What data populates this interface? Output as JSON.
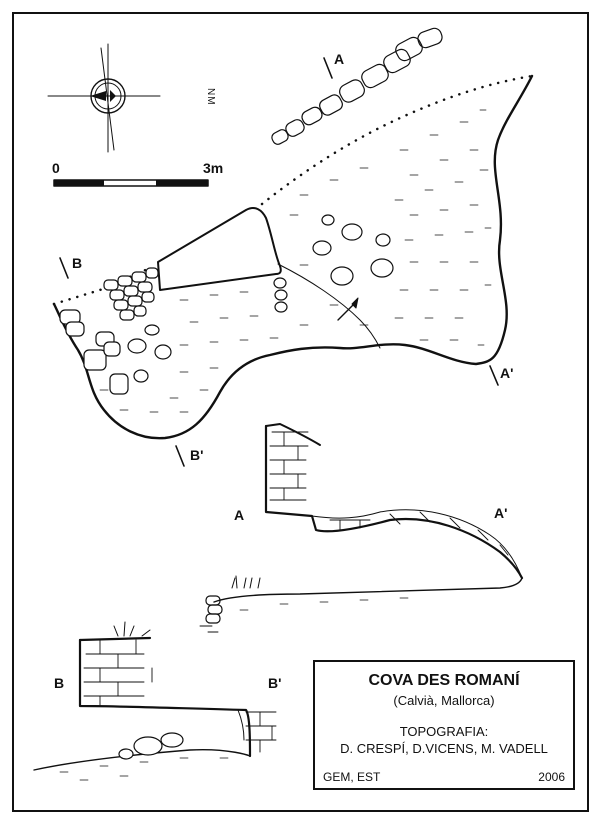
{
  "title": "COVA DES ROMANÍ",
  "location": "(Calvià, Mallorca)",
  "topography_label": "TOPOGRAFIA:",
  "authors": "D. CRESPÍ, D.VICENS, M. VADELL",
  "organization": "GEM, EST",
  "year": "2006",
  "north_label": "NM",
  "scale": {
    "start": "0",
    "end": "3m"
  },
  "sections": {
    "A": "A",
    "A_prime": "A'",
    "B": "B",
    "B_prime": "B'"
  },
  "colors": {
    "ink": "#111111",
    "paper": "#ffffff"
  }
}
